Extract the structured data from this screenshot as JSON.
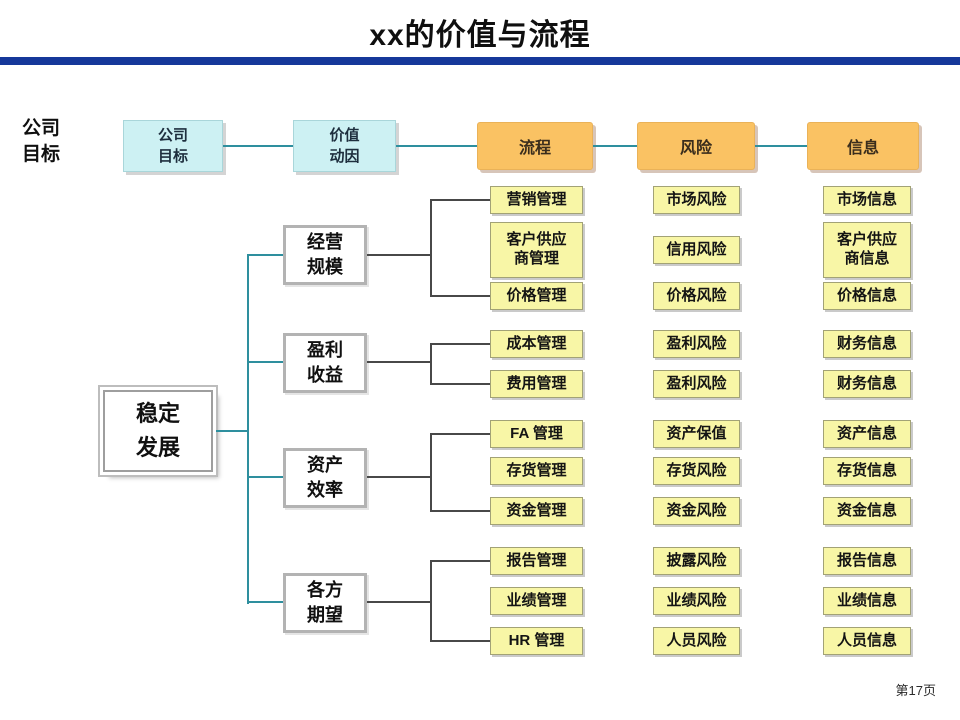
{
  "slide": {
    "title": "xx的价值与流程",
    "side_label": "公司\n目标",
    "page_number": "第17页"
  },
  "colors": {
    "accent_bar": "#15389a",
    "teal_connector": "#2e8f9e",
    "dark_connector": "#484848",
    "cyan_box": "#cdf1f3",
    "orange_box": "#fac263",
    "yellow_box": "#f8f6a6"
  },
  "header_chain": [
    {
      "label": "公司\n目标"
    },
    {
      "label": "价值\n动因"
    },
    {
      "label": "流程"
    },
    {
      "label": "风险"
    },
    {
      "label": "信息"
    }
  ],
  "tree": {
    "root": "稳定\n发展",
    "drivers": [
      "经营\n规模",
      "盈利\n收益",
      "资产\n效率",
      "各方\n期望"
    ]
  },
  "process_column": [
    "营销管理",
    "客户供应\n商管理",
    "价格管理",
    "成本管理",
    "费用管理",
    "FA 管理",
    "存货管理",
    "资金管理",
    "报告管理",
    "业绩管理",
    "HR 管理"
  ],
  "risk_column": [
    "市场风险",
    "信用风险",
    "价格风险",
    "盈利风险",
    "盈利风险",
    "资产保值",
    "存货风险",
    "资金风险",
    "披露风险",
    "业绩风险",
    "人员风险"
  ],
  "info_column": [
    "市场信息",
    "客户供应\n商信息",
    "价格信息",
    "财务信息",
    "财务信息",
    "资产信息",
    "存货信息",
    "资金信息",
    "报告信息",
    "业绩信息",
    "人员信息"
  ]
}
